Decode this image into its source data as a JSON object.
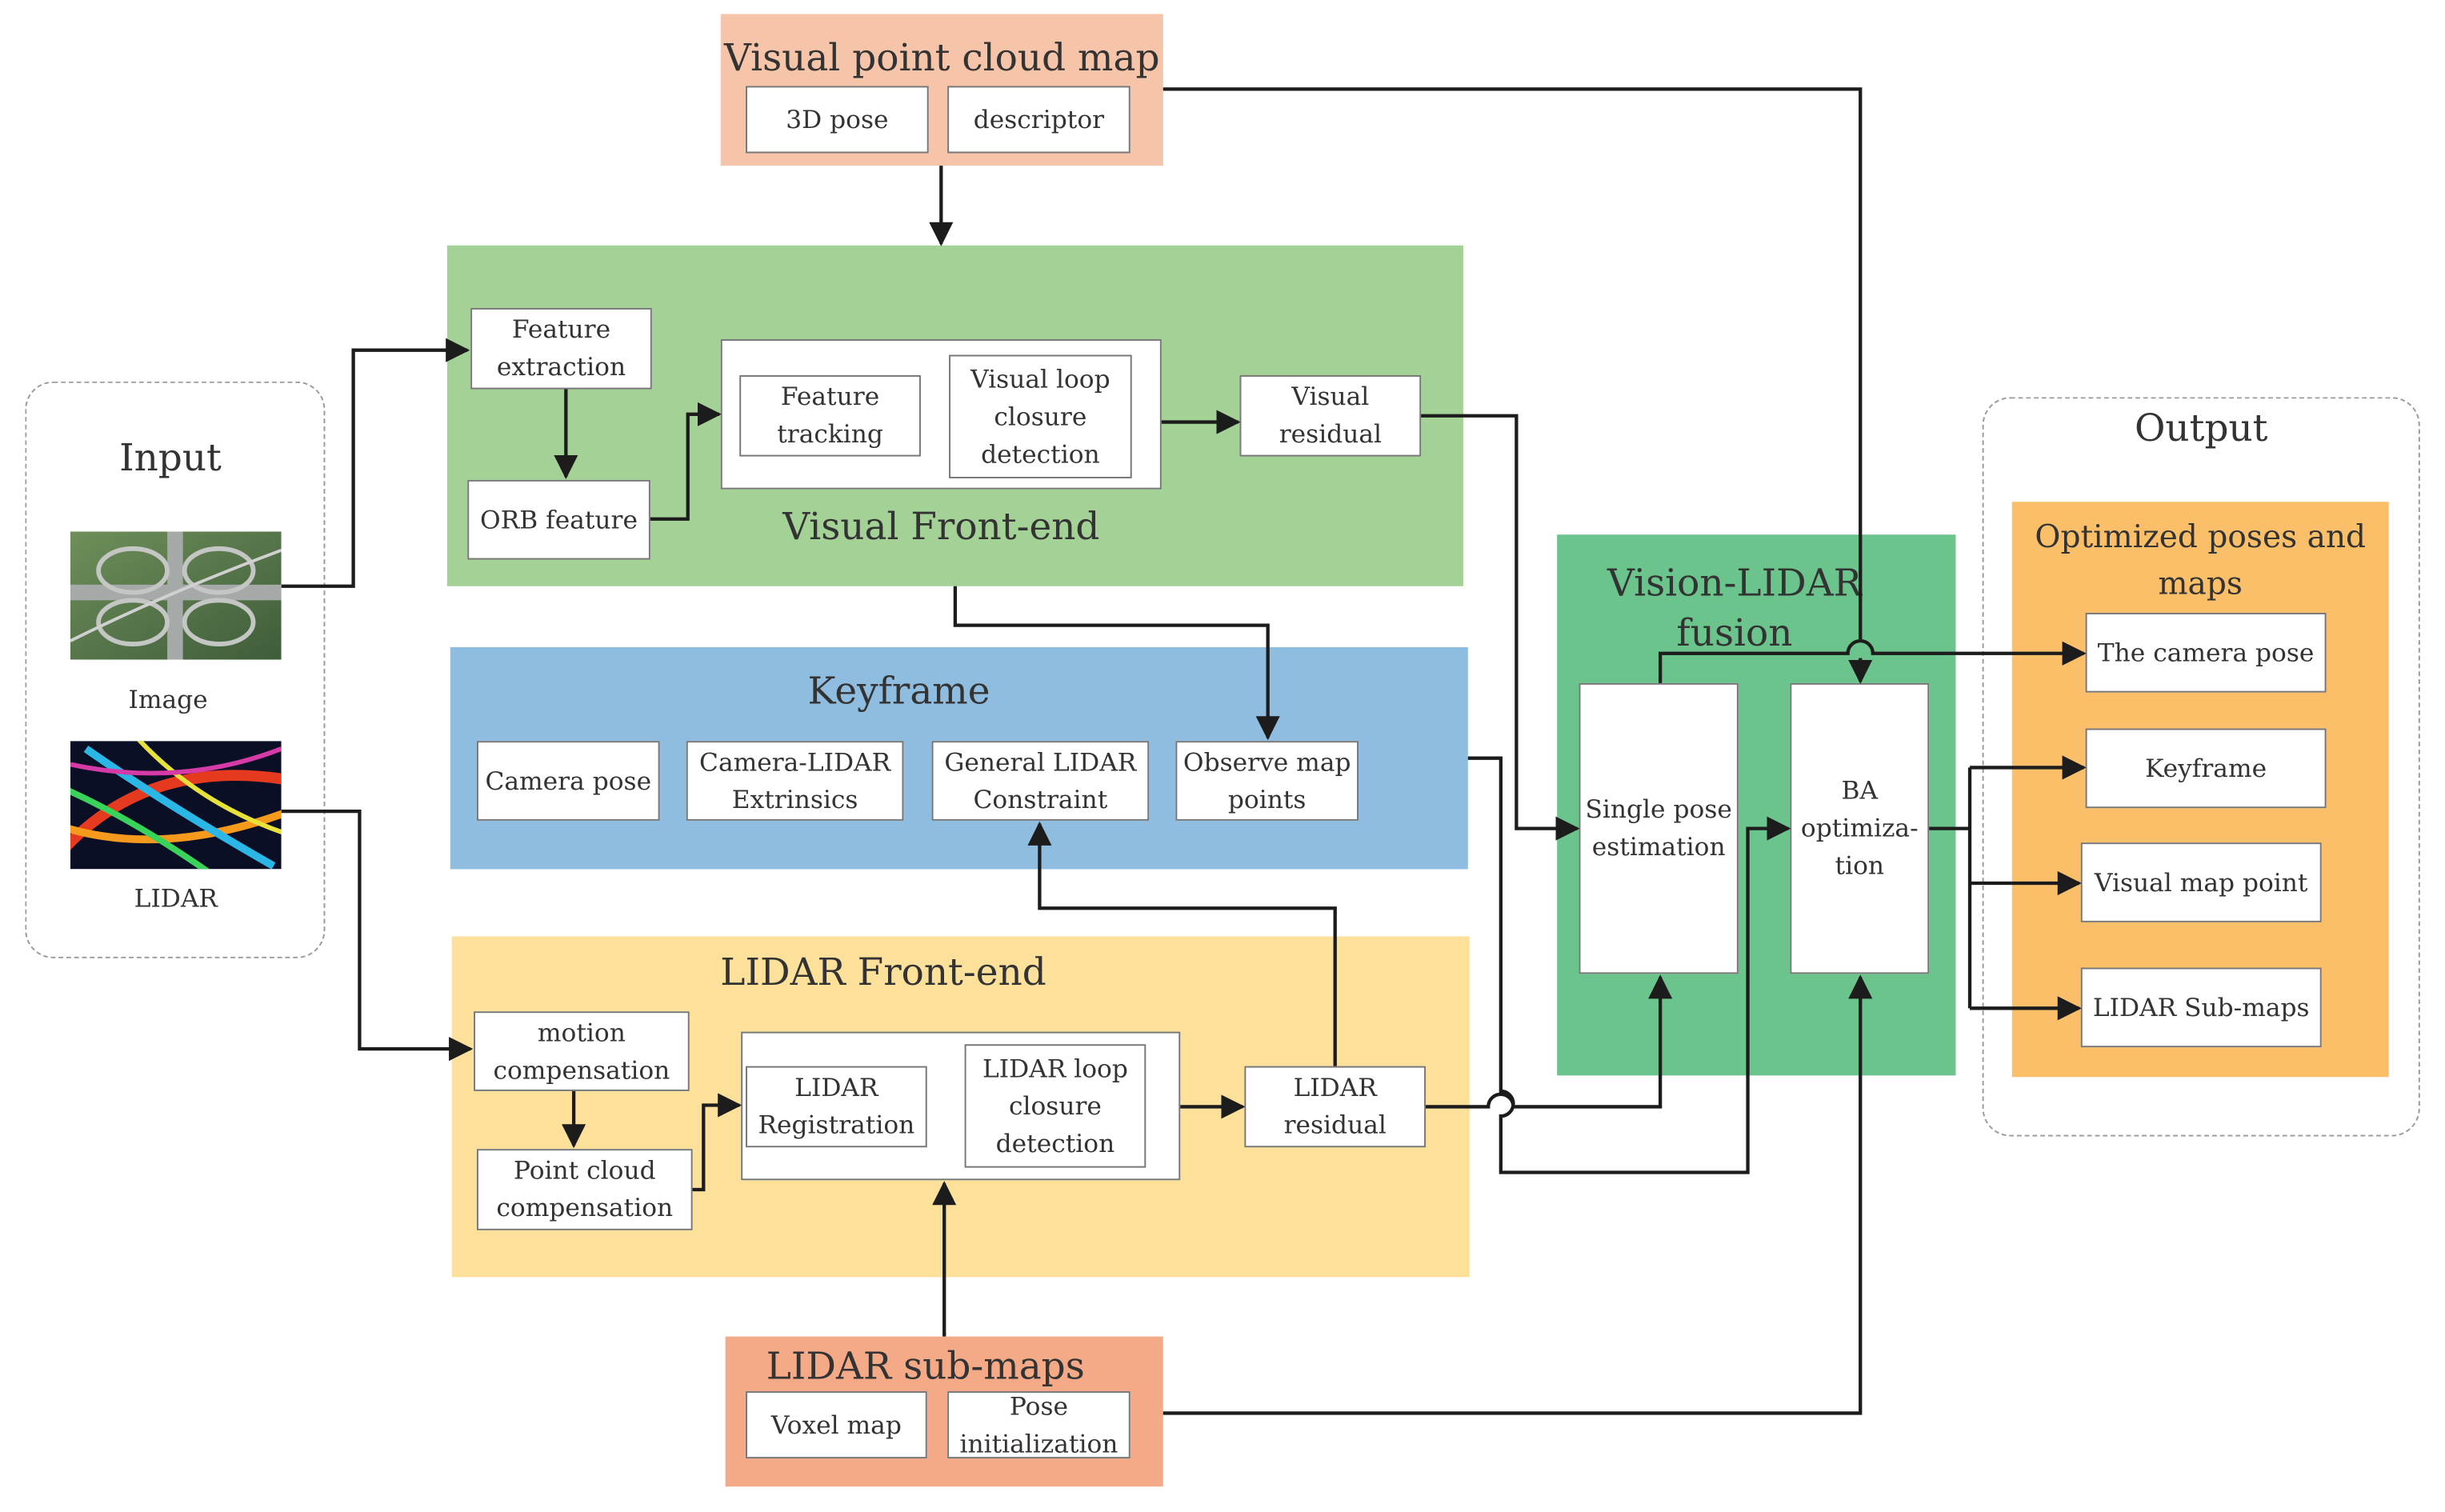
{
  "colors": {
    "visual_map_bg": "#f6c4a8",
    "visual_frontend_bg": "#a3d196",
    "keyframe_bg": "#8ebde0",
    "lidar_frontend_bg": "#fde19b",
    "lidar_submaps_bg": "#f4a987",
    "fusion_bg": "#6bc48c",
    "output_panel_bg": "#fbbf6a",
    "line": "#1c1c1c"
  },
  "input": {
    "title": "Input",
    "image_label": "Image",
    "lidar_label": "LIDAR"
  },
  "visual_map": {
    "title": "Visual point cloud map",
    "pose": "3D pose",
    "descriptor": "descriptor"
  },
  "visual_frontend": {
    "title": "Visual Front-end",
    "feature_extraction": "Feature\nextraction",
    "orb_feature": "ORB feature",
    "feature_tracking": "Feature\ntracking",
    "visual_loop": "Visual loop\nclosure\ndetection",
    "visual_residual": "Visual\nresidual"
  },
  "keyframe": {
    "title": "Keyframe",
    "camera_pose": "Camera pose",
    "extrinsics": "Camera-LIDAR\nExtrinsics",
    "general_constraint": "General LIDAR\nConstraint",
    "observe_points": "Observe map\npoints"
  },
  "lidar_frontend": {
    "title": "LIDAR Front-end",
    "motion_comp": "motion\ncompensation",
    "point_cloud_comp": "Point cloud\ncompensation",
    "lidar_registration": "LIDAR\nRegistration",
    "lidar_loop": "LIDAR loop\nclosure\ndetection",
    "lidar_residual": "LIDAR\nresidual"
  },
  "lidar_submaps": {
    "title": "LIDAR sub-maps",
    "voxel_map": "Voxel map",
    "pose_init": "Pose\ninitialization"
  },
  "fusion": {
    "title": "Vision-LIDAR\nfusion",
    "single_pose": "Single pose\nestimation",
    "ba": "BA\noptimiza-\ntion"
  },
  "output": {
    "title": "Output",
    "panel_title": "Optimized poses and\nmaps",
    "camera_pose": "The camera pose",
    "keyframe": "Keyframe",
    "visual_map_point": "Visual map point",
    "lidar_submaps": "LIDAR Sub-maps"
  }
}
